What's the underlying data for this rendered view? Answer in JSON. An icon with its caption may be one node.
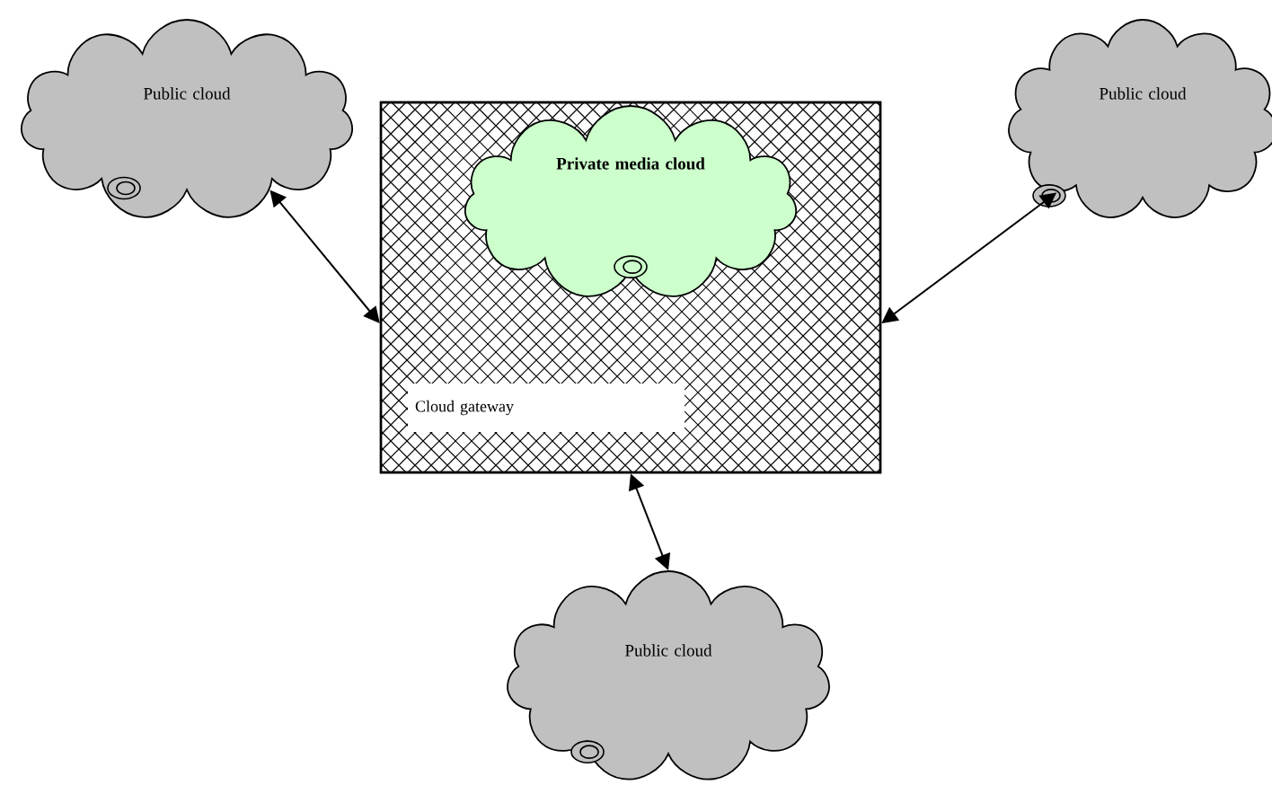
{
  "diagram": {
    "nodes": [
      {
        "text": [
          "Cloud gateway"
        ]
      },
      {
        "text": [
          "Private media cloud"
        ],
        "in": 0
      },
      {
        "text": [
          "Public cloud"
        ]
      },
      {
        "text": [
          "Public cloud"
        ]
      },
      {
        "text": [
          "Public cloud"
        ]
      }
    ],
    "edges": [
      {
        "from": 2,
        "to": 0,
        "arrow": "both"
      },
      {
        "from": 3,
        "to": 0,
        "arrow": "both"
      },
      {
        "from": 0,
        "to": 4,
        "arrow": "both"
      }
    ]
  }
}
